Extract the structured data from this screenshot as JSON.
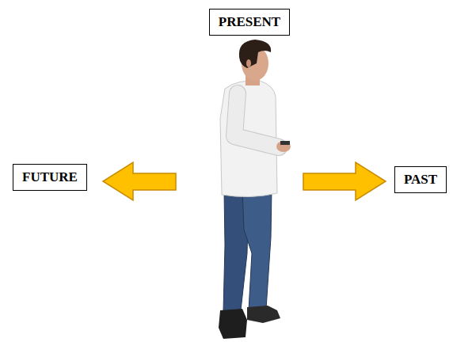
{
  "diagram": {
    "nodes": [
      {
        "text": [
          "PRESENT"
        ]
      },
      {
        "text": [
          "FUTURE"
        ]
      },
      {
        "text": [
          "PAST"
        ]
      }
    ]
  }
}
